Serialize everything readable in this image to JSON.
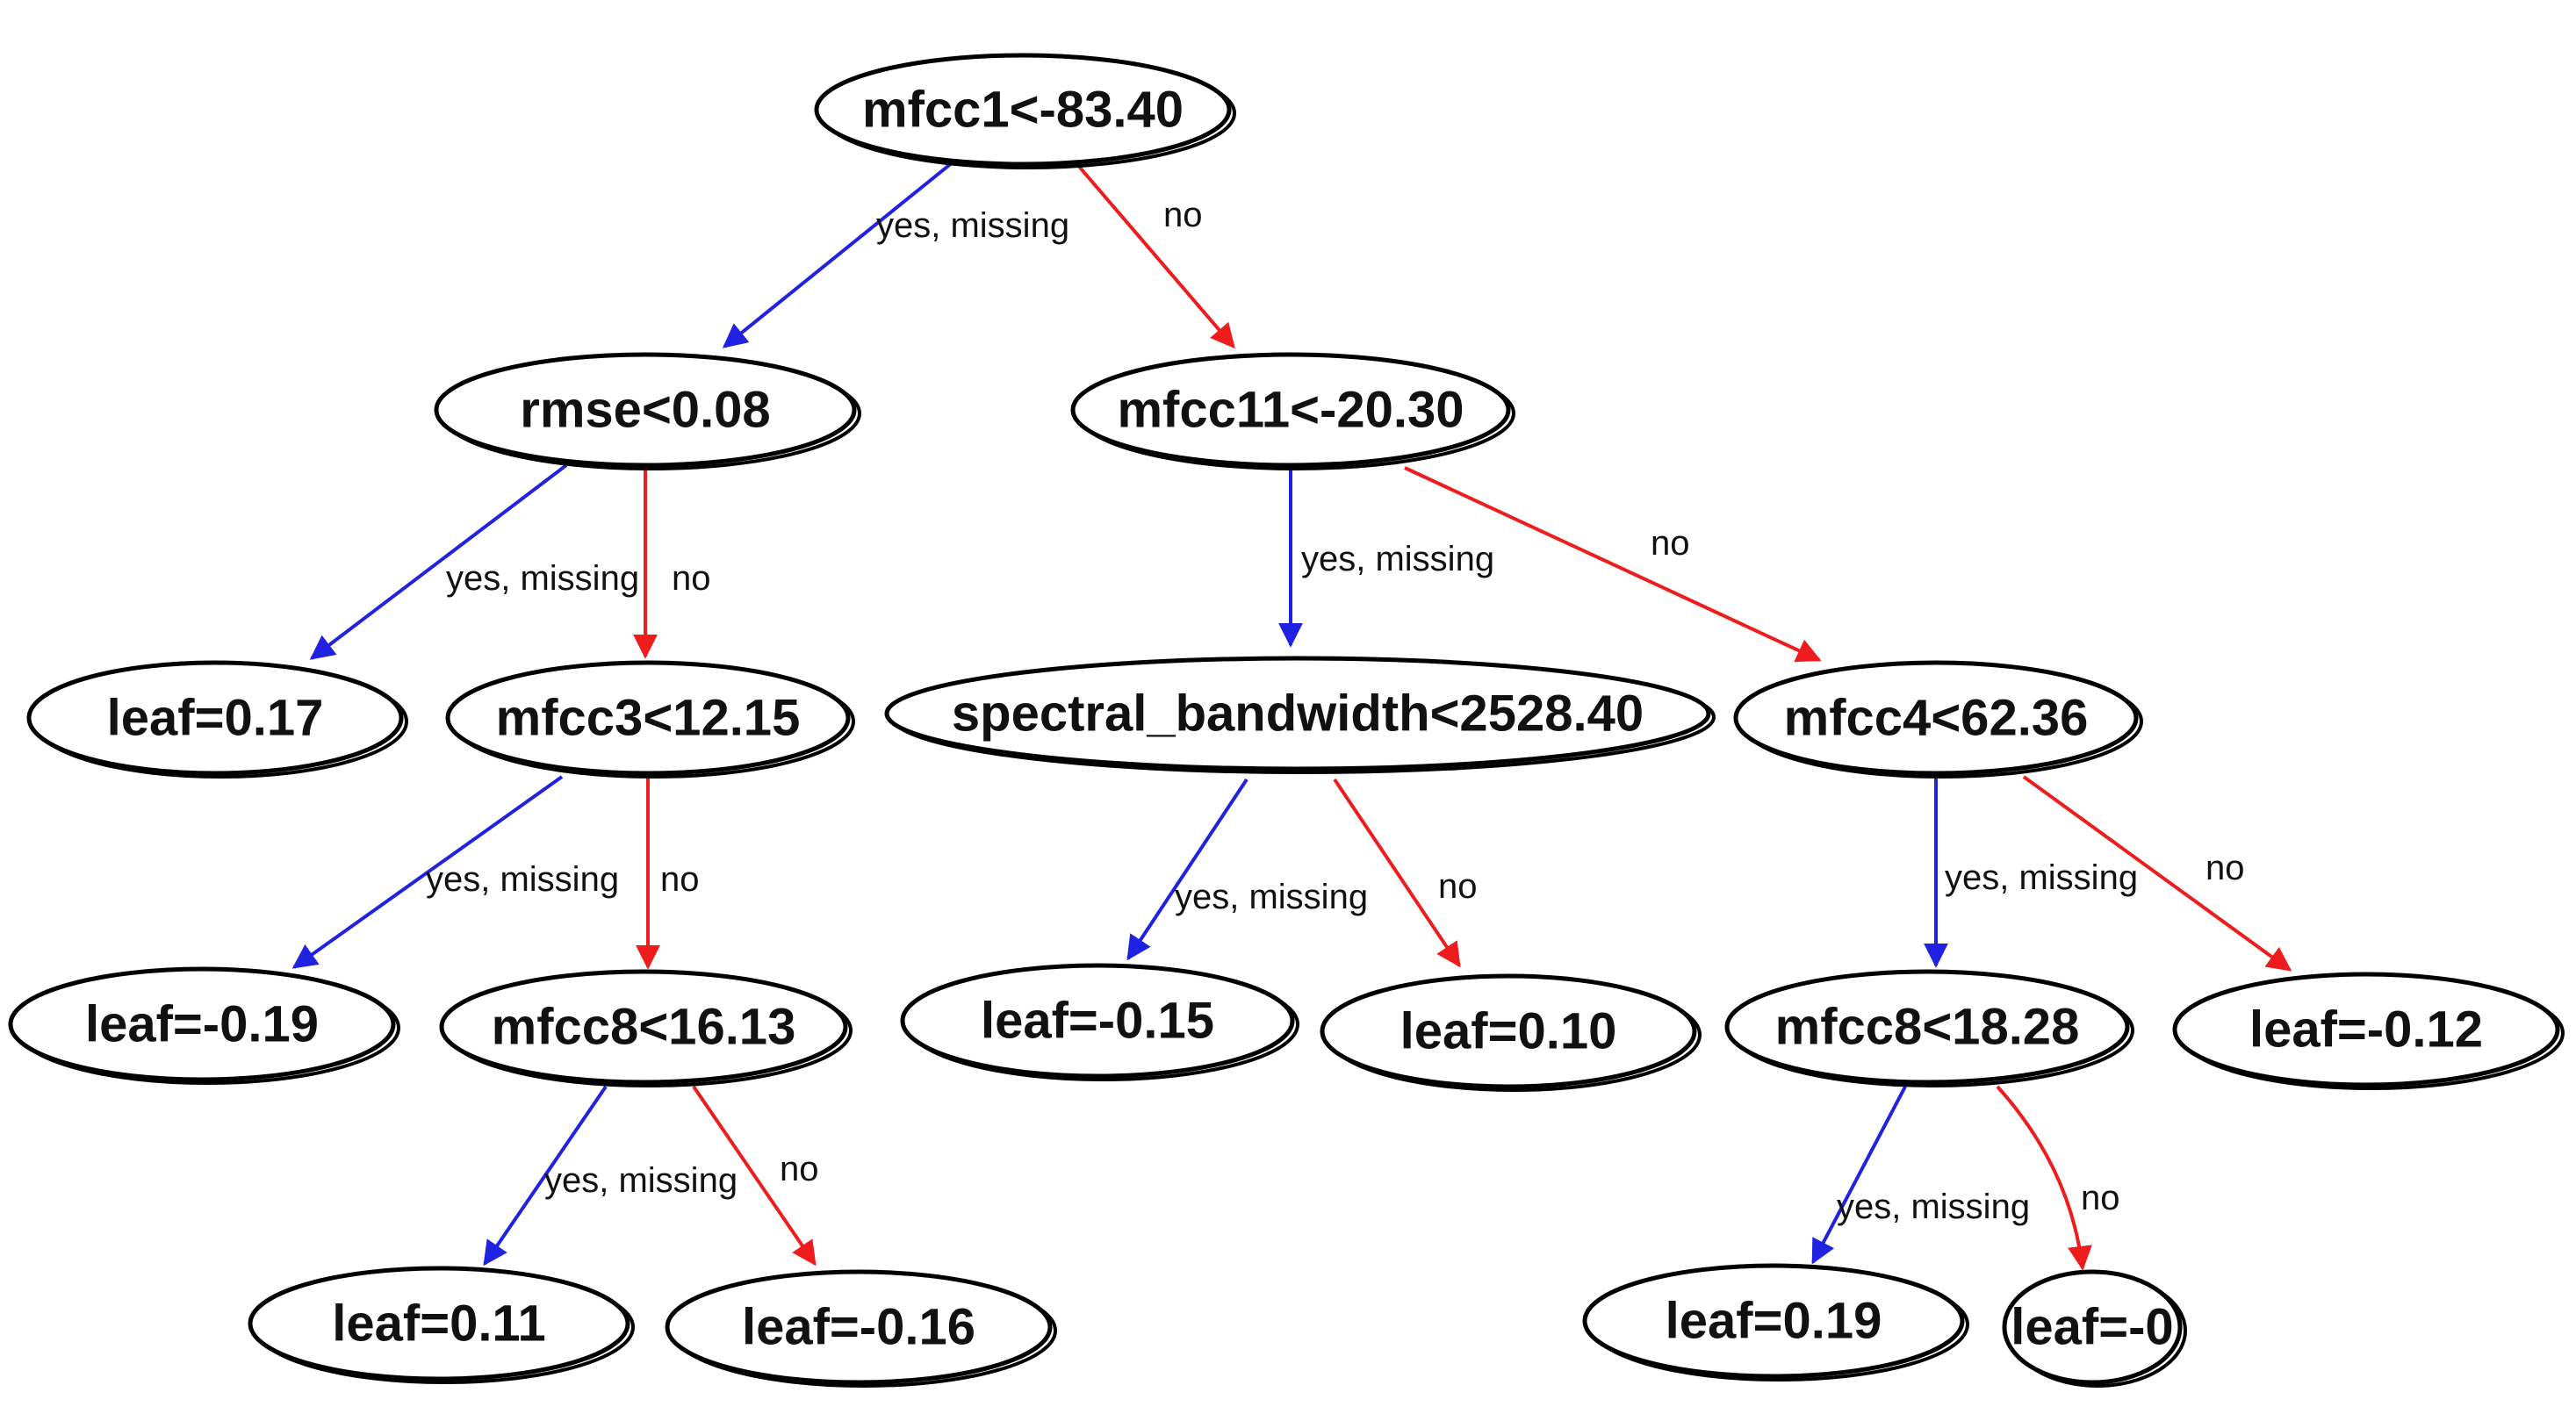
{
  "colors": {
    "yes_edge": "#1f22e0",
    "no_edge": "#ee1c1c"
  },
  "nodes": [
    {
      "id": "n0",
      "label": "mfcc1<-83.40"
    },
    {
      "id": "n1",
      "label": "rmse<0.08"
    },
    {
      "id": "n2",
      "label": "mfcc11<-20.30"
    },
    {
      "id": "n3",
      "label": "leaf=0.17"
    },
    {
      "id": "n4",
      "label": "mfcc3<12.15"
    },
    {
      "id": "n5",
      "label": "spectral_bandwidth<2528.40"
    },
    {
      "id": "n6",
      "label": "mfcc4<62.36"
    },
    {
      "id": "n7",
      "label": "leaf=-0.19"
    },
    {
      "id": "n8",
      "label": "mfcc8<16.13"
    },
    {
      "id": "n9",
      "label": "leaf=-0.15"
    },
    {
      "id": "n10",
      "label": "leaf=0.10"
    },
    {
      "id": "n11",
      "label": "mfcc8<18.28"
    },
    {
      "id": "n12",
      "label": "leaf=-0.12"
    },
    {
      "id": "n13",
      "label": "leaf=0.11"
    },
    {
      "id": "n14",
      "label": "leaf=-0.16"
    },
    {
      "id": "n15",
      "label": "leaf=0.19"
    },
    {
      "id": "n16",
      "label": "leaf=-0"
    }
  ],
  "edges": [
    {
      "from": "n0",
      "to": "n1",
      "kind": "yes",
      "label": "yes, missing"
    },
    {
      "from": "n0",
      "to": "n2",
      "kind": "no",
      "label": "no"
    },
    {
      "from": "n1",
      "to": "n3",
      "kind": "yes",
      "label": "yes, missing"
    },
    {
      "from": "n1",
      "to": "n4",
      "kind": "no",
      "label": "no"
    },
    {
      "from": "n2",
      "to": "n5",
      "kind": "yes",
      "label": "yes, missing"
    },
    {
      "from": "n2",
      "to": "n6",
      "kind": "no",
      "label": "no"
    },
    {
      "from": "n4",
      "to": "n7",
      "kind": "yes",
      "label": "yes, missing"
    },
    {
      "from": "n4",
      "to": "n8",
      "kind": "no",
      "label": "no"
    },
    {
      "from": "n5",
      "to": "n9",
      "kind": "yes",
      "label": "yes, missing"
    },
    {
      "from": "n5",
      "to": "n10",
      "kind": "no",
      "label": "no"
    },
    {
      "from": "n6",
      "to": "n11",
      "kind": "yes",
      "label": "yes, missing"
    },
    {
      "from": "n6",
      "to": "n12",
      "kind": "no",
      "label": "no"
    },
    {
      "from": "n8",
      "to": "n13",
      "kind": "yes",
      "label": "yes, missing"
    },
    {
      "from": "n8",
      "to": "n14",
      "kind": "no",
      "label": "no"
    },
    {
      "from": "n11",
      "to": "n15",
      "kind": "yes",
      "label": "yes, missing"
    },
    {
      "from": "n11",
      "to": "n16",
      "kind": "no",
      "label": "no"
    }
  ]
}
